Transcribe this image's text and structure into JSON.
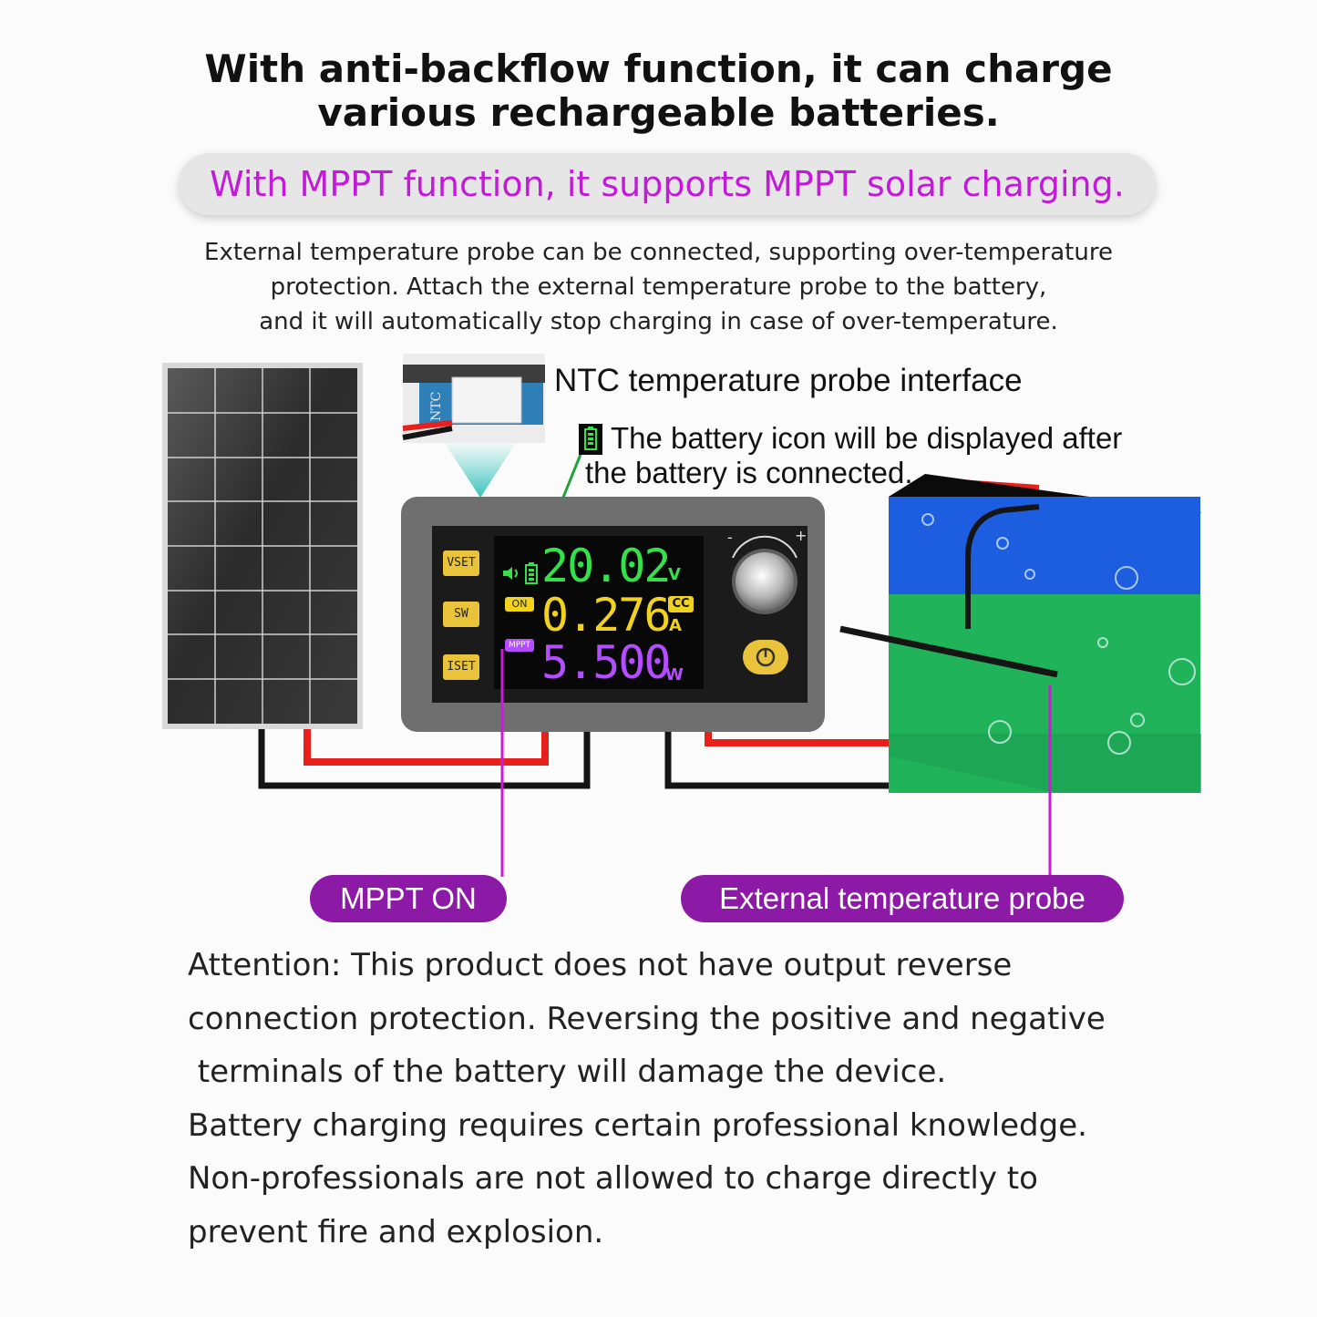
{
  "headline": {
    "line1": "With anti-backflow function, it can charge",
    "line2": "various rechargeable batteries."
  },
  "banner": {
    "text": "With MPPT function, it supports MPPT solar charging."
  },
  "intro": {
    "line1": "External temperature probe can be connected, supporting over-temperature",
    "line2": "protection. Attach the external temperature probe to the battery,",
    "line3": "and it will automatically stop charging in case of over-temperature."
  },
  "callouts": {
    "ntc": "NTC temperature probe interface",
    "ntc_board_mark": "NTC",
    "battery_icon_note1": "The battery icon will be displayed after",
    "battery_icon_note2": "the battery is connected.",
    "mppt_on": "MPPT ON",
    "external_probe": "External temperature probe"
  },
  "device": {
    "keys": {
      "vset": "VSET",
      "sw": "SW",
      "iset": "ISET"
    },
    "display": {
      "voltage": "20.02",
      "voltage_unit": "V",
      "current": "0.276",
      "current_unit": "A",
      "mode": "CC",
      "power": "5.500",
      "power_unit": "W",
      "status": "ON",
      "mppt": "MPPT"
    },
    "knob": {
      "minus": "-",
      "plus": "+"
    }
  },
  "attention": {
    "line1": "Attention: This product does not have output reverse",
    "line2": "connection protection. Reversing the positive and negative",
    "line3": " terminals of the battery will damage the device.",
    "line4": "Battery charging requires certain professional knowledge.",
    "line5": "Non-professionals are not allowed to charge directly to",
    "line6": "prevent fire and explosion."
  },
  "colors": {
    "banner_text": "#c21bd8",
    "pill_bg": "#8d1aa6",
    "voltage": "#35e04a",
    "current": "#f1d21e",
    "power": "#b44cff",
    "key": "#e9c43a",
    "battery_top": "#1d5de0",
    "battery_bottom": "#21b35a",
    "wire_red": "#e8201c",
    "wire_black": "#151515",
    "leader_magenta": "#cc1bd6",
    "leader_green": "#1fa33d"
  }
}
